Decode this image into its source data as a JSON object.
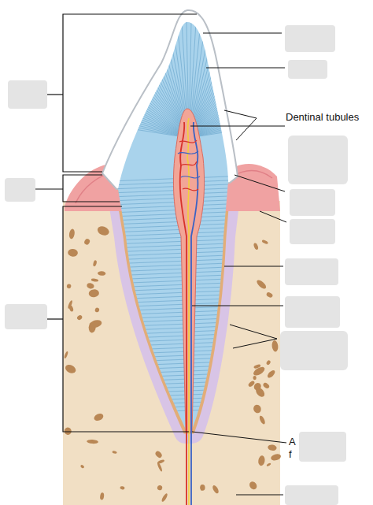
{
  "diagram": {
    "labels": [
      "Dentinal tubules",
      "A",
      "f"
    ]
  }
}
